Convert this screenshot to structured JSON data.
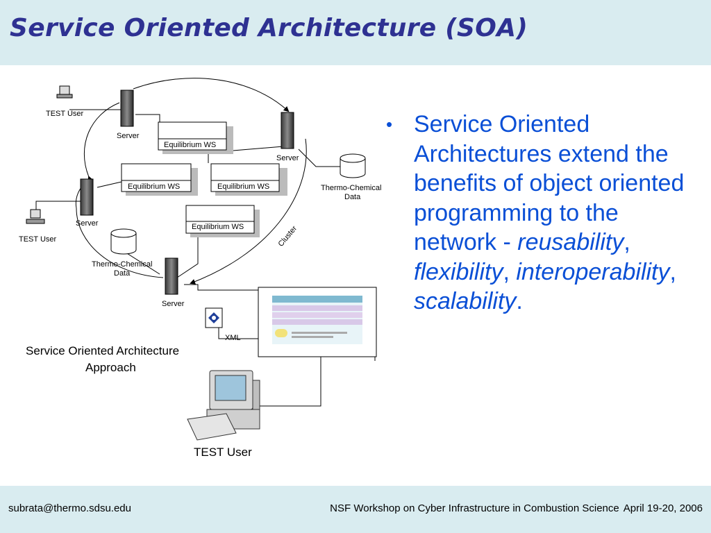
{
  "slide": {
    "title": "Service Oriented Architecture (SOA)",
    "bullet": {
      "text_plain": "Service Oriented Architectures extend the benefits of object oriented programming to the network - ",
      "italic_1": "reusability",
      "sep_1": ", ",
      "italic_2": "flexibility",
      "sep_2": ", ",
      "italic_3": "interoperability",
      "sep_3": ", ",
      "italic_4": "scalability",
      "end": "."
    }
  },
  "diagram": {
    "test_user_top": "TEST User",
    "test_user_mid": "TEST User",
    "test_user_bottom": "TEST User",
    "server_top_left": "Server",
    "server_top_right": "Server",
    "server_mid_left": "Server",
    "server_bottom": "Server",
    "ws_1": "Equilibrium WS",
    "ws_2": "Equilibrium WS",
    "ws_3": "Equilibrium WS",
    "ws_4": "Equilibrium WS",
    "thermo_right_line1": "Thermo-Chemical",
    "thermo_right_line2": "Data",
    "thermo_left_line1": "Thermo-Chemical",
    "thermo_left_line2": "Data",
    "cluster": "Cluster",
    "xml": "XML",
    "caption_line1": "Service Oriented Architecture",
    "caption_line2": "Approach"
  },
  "footer": {
    "email": "subrata@thermo.sdsu.edu",
    "workshop": "NSF Workshop on Cyber Infrastructure in Combustion Science",
    "date": "April 19-20, 2006"
  },
  "colors": {
    "title": "#2e3192",
    "bullet": "#0a4fd6",
    "band": "#d9ecf0"
  }
}
